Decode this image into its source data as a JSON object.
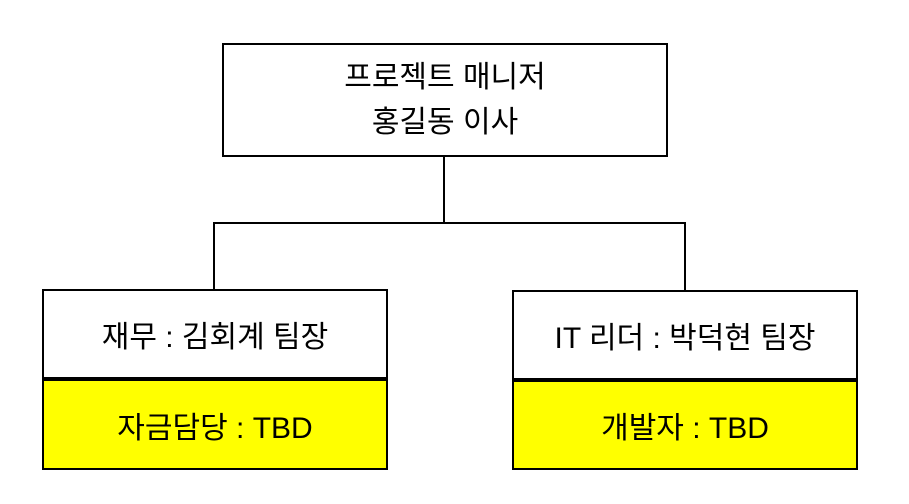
{
  "diagram": {
    "type": "org-chart",
    "root": {
      "line1": "프로젝트 매니저",
      "line2": "홍길동 이사"
    },
    "children": [
      {
        "role": "재무 : 김회계 팀장",
        "assignment": "자금담당 : TBD"
      },
      {
        "role": "IT 리더 : 박덕현 팀장",
        "assignment": "개발자 : TBD"
      }
    ],
    "colors": {
      "node_fill": "#FFFFFF",
      "assignment_highlight_fill": "#FFFF00",
      "border": "#000000",
      "text": "#000000",
      "background": "#FFFFFF"
    }
  }
}
